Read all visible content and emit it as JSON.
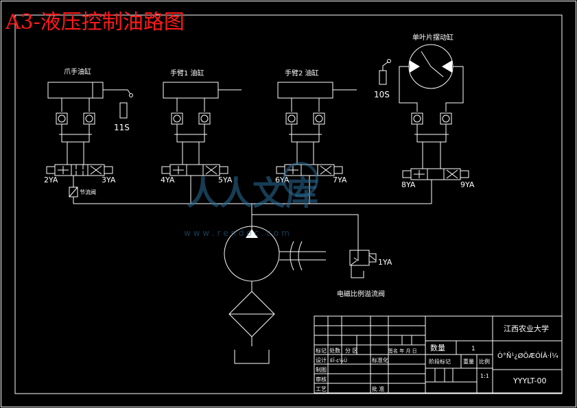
{
  "header": {
    "title": "A3-液压控制油路图"
  },
  "components": {
    "cyl1": "爪手油缸",
    "cyl2": "手臂1 油缸",
    "cyl3": "手臂2 油缸",
    "swing": "单叶片摆动缸",
    "s11": "11S",
    "s10": "10S",
    "ya2": "2YA",
    "ya3": "3YA",
    "ya4": "4YA",
    "ya5": "5YA",
    "ya6": "6YA",
    "ya7": "7YA",
    "ya8": "8YA",
    "ya9": "9YA",
    "ya1": "1YA",
    "throttle": "节流阀",
    "relief": "电磁比例溢流阀"
  },
  "titleblock": {
    "school": "江西农业大学",
    "drawing_no": "YYYLT-00",
    "garbled": "Ò°Ñ¹¿ØÖÆÓÍÂ·Í¼",
    "qty_label": "数量",
    "qty_value": "1",
    "stage_label": "阶段标记",
    "weight_label": "重量",
    "scale_label": "比例",
    "scale_value": "1:1",
    "mark": "标记",
    "count": "处数",
    "zone": "分 区",
    "sign_date": "签名 年 月 日",
    "design": "设计",
    "design_extra": "ÈÎ·¢½Ü",
    "std": "标准化",
    "draw": "制图",
    "check": "审核",
    "craft": "工艺",
    "approve": "批 准"
  },
  "watermark": {
    "text": "人人文库",
    "url": "w w w . r e n d o c . c o m"
  }
}
